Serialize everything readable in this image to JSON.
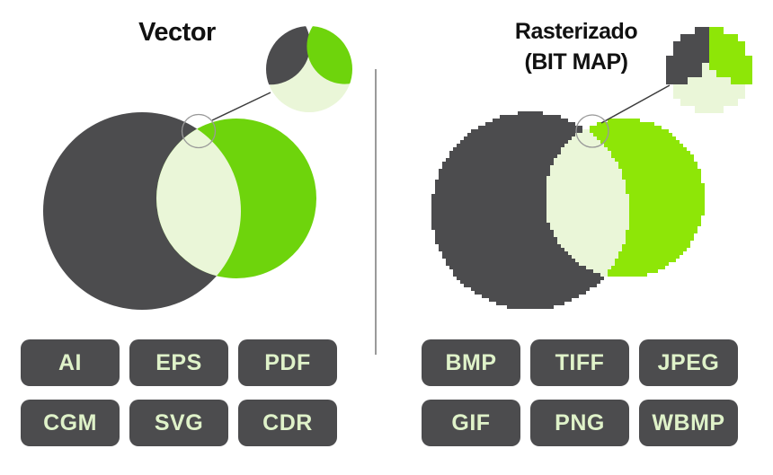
{
  "left_panel": {
    "title": "Vector",
    "formats": [
      "AI",
      "EPS",
      "PDF",
      "CGM",
      "SVG",
      "CDR"
    ]
  },
  "right_panel": {
    "title": "Rasterizado",
    "title_line2": "(BIT MAP)",
    "formats": [
      "BMP",
      "TIFF",
      "JPEG",
      "GIF",
      "PNG",
      "WBMP"
    ]
  },
  "colors": {
    "dark": "#4c4c4e",
    "green": "#6ed40c",
    "green_raster": "#8ee607",
    "overlap": "#eaf6d8",
    "badge_bg": "#4c4c4e",
    "badge_text": "#dff2c9",
    "title": "#111111",
    "divider": "#9a9a9a",
    "indicator": "#999999",
    "connector": "#3c3c3c",
    "bg": "#ffffff"
  }
}
